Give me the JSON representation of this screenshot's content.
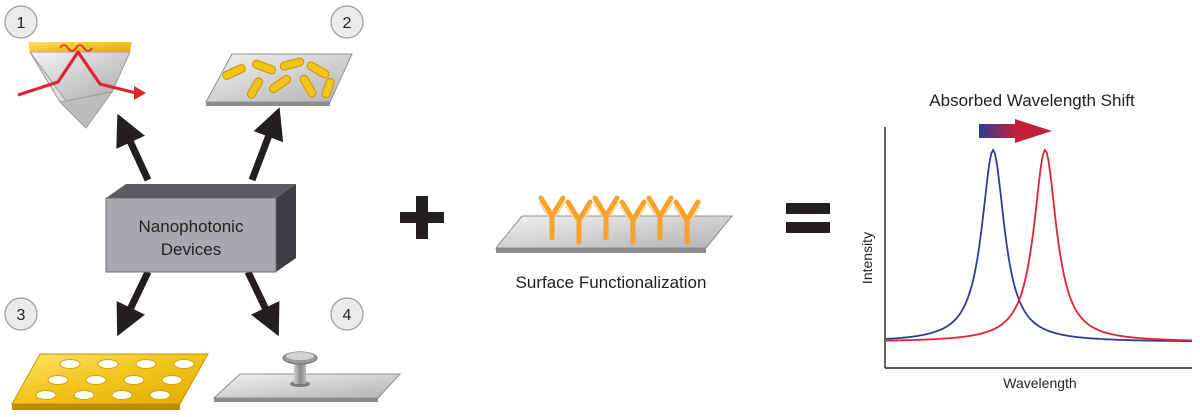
{
  "center_box": {
    "line1": "Nanophotonic",
    "line2": "Devices"
  },
  "badges": [
    "1",
    "2",
    "3",
    "4"
  ],
  "functionalization": {
    "label": "Surface Functionalization",
    "antibody_count": 6
  },
  "operators": {
    "plus": "plus",
    "equals": "equals"
  },
  "chart": {
    "title": "Absorbed Wavelength Shift",
    "xlabel": "Wavelength",
    "ylabel": "Intensity"
  },
  "chart_data": {
    "type": "line",
    "title": "Absorbed Wavelength Shift",
    "xlabel": "Wavelength",
    "ylabel": "Intensity",
    "x_ticks": [],
    "y_ticks": [],
    "grid": false,
    "legend": "none",
    "series": [
      {
        "color": "#2e3d9a",
        "peak_x": 0.35,
        "peak_y": 1.0,
        "baseline": 0.02
      },
      {
        "color": "#e02530",
        "peak_x": 0.52,
        "peak_y": 1.0,
        "baseline": 0.02
      }
    ],
    "shift_arrow": {
      "from_color": "#2e3d9a",
      "to_color": "#c0203a"
    }
  },
  "colors": {
    "gold": "#f2c41a",
    "gold_dark": "#d69d00",
    "gray_box": "#a7a9ac",
    "orange": "#f5a32b",
    "red": "#e02530",
    "blue": "#2e3d9a"
  }
}
